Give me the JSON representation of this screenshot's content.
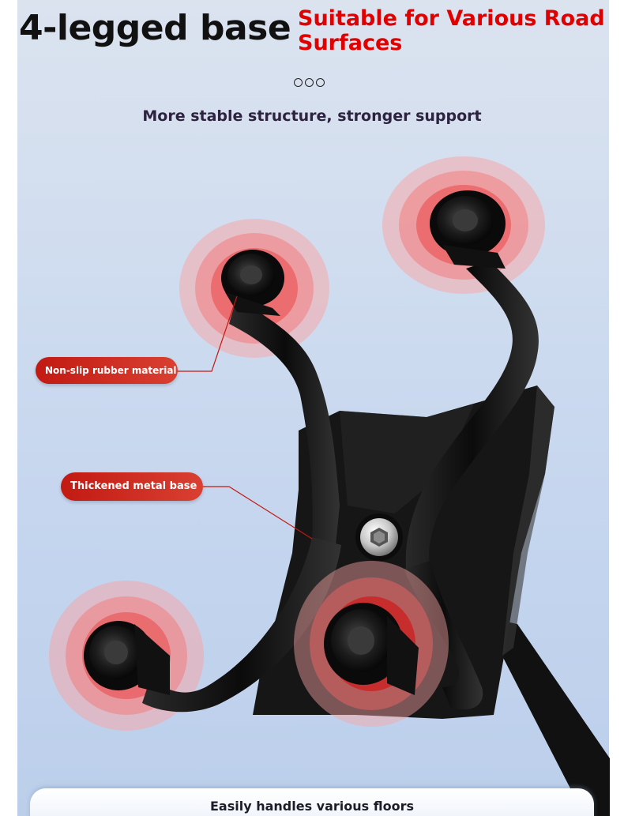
{
  "header": {
    "title": "4-legged base",
    "subtitle": "Suitable for Various Road Surfaces"
  },
  "tagline": "More stable structure, stronger support",
  "callouts": {
    "rubber": "Non-slip rubber material",
    "metal": "Thickened metal base"
  },
  "footer": {
    "text": "Easily handles various floors"
  },
  "colors": {
    "accent": "#e00000",
    "callout": "#c9251a",
    "background": "#cfdcef"
  }
}
